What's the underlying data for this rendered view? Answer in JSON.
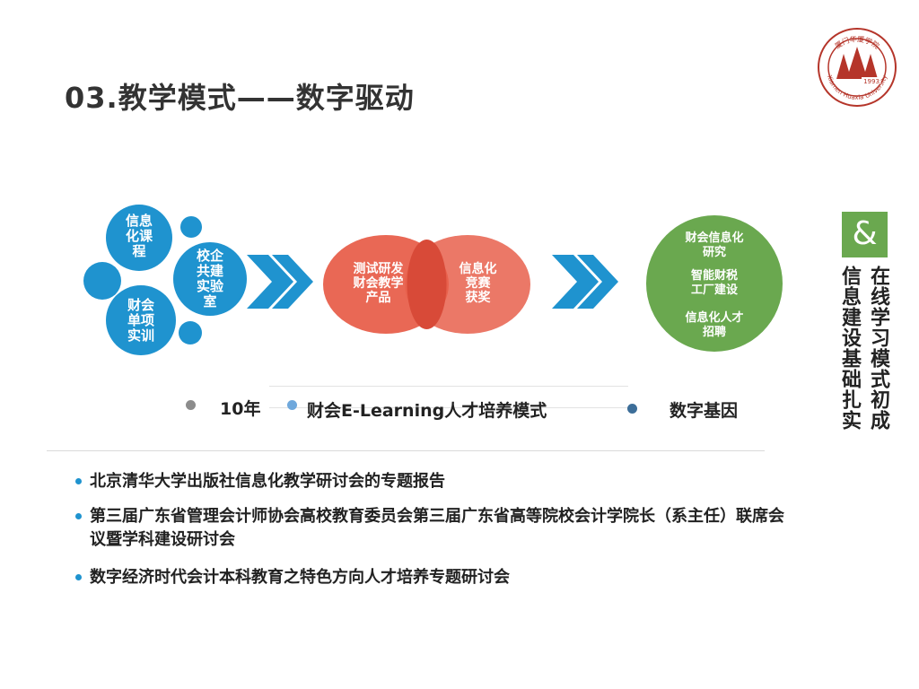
{
  "slide": {
    "title": "03.教学模式——数字驱动",
    "logo": {
      "name": "Xiamen Huaxia University",
      "year": "1993",
      "script_text": "厦门华厦学院"
    }
  },
  "diagram": {
    "left_group": {
      "circle_1": "信息\n化课\n程",
      "circle_2": "财会\n单项\n实训",
      "circle_3": "校企\n共建\n实验\n室"
    },
    "middle_group": {
      "circle_left": "测试研发\n财会教学\n产品",
      "circle_right": "信息化\n竞赛\n获奖"
    },
    "right_group": {
      "item_1": "财会信息化\n研究",
      "item_2": "智能财税\n工厂建设",
      "item_3": "信息化人才\n招聘"
    },
    "legend": [
      {
        "label": "10年",
        "color": "#8c8c8c"
      },
      {
        "label": "财会E-Learning人才培养模式",
        "color": "#6fa8dc"
      },
      {
        "label": "数字基因",
        "color": "#3d6e99"
      }
    ]
  },
  "bullets": [
    "北京清华大学出版社信息化教学研讨会的专题报告",
    "第三届广东省管理会计师协会高校教育委员会第三届广东省高等院校会计学院长（系主任）联席会议暨学科建设研讨会",
    "数字经济时代会计本科教育之特色方向人才培养专题研讨会"
  ],
  "side": {
    "amp": "&",
    "col_1": "在线学习模式初成",
    "col_2": "信息建设基础扎实"
  },
  "colors": {
    "blue": "#1f93cf",
    "red": "#e8604c",
    "green": "#6aa84f"
  }
}
